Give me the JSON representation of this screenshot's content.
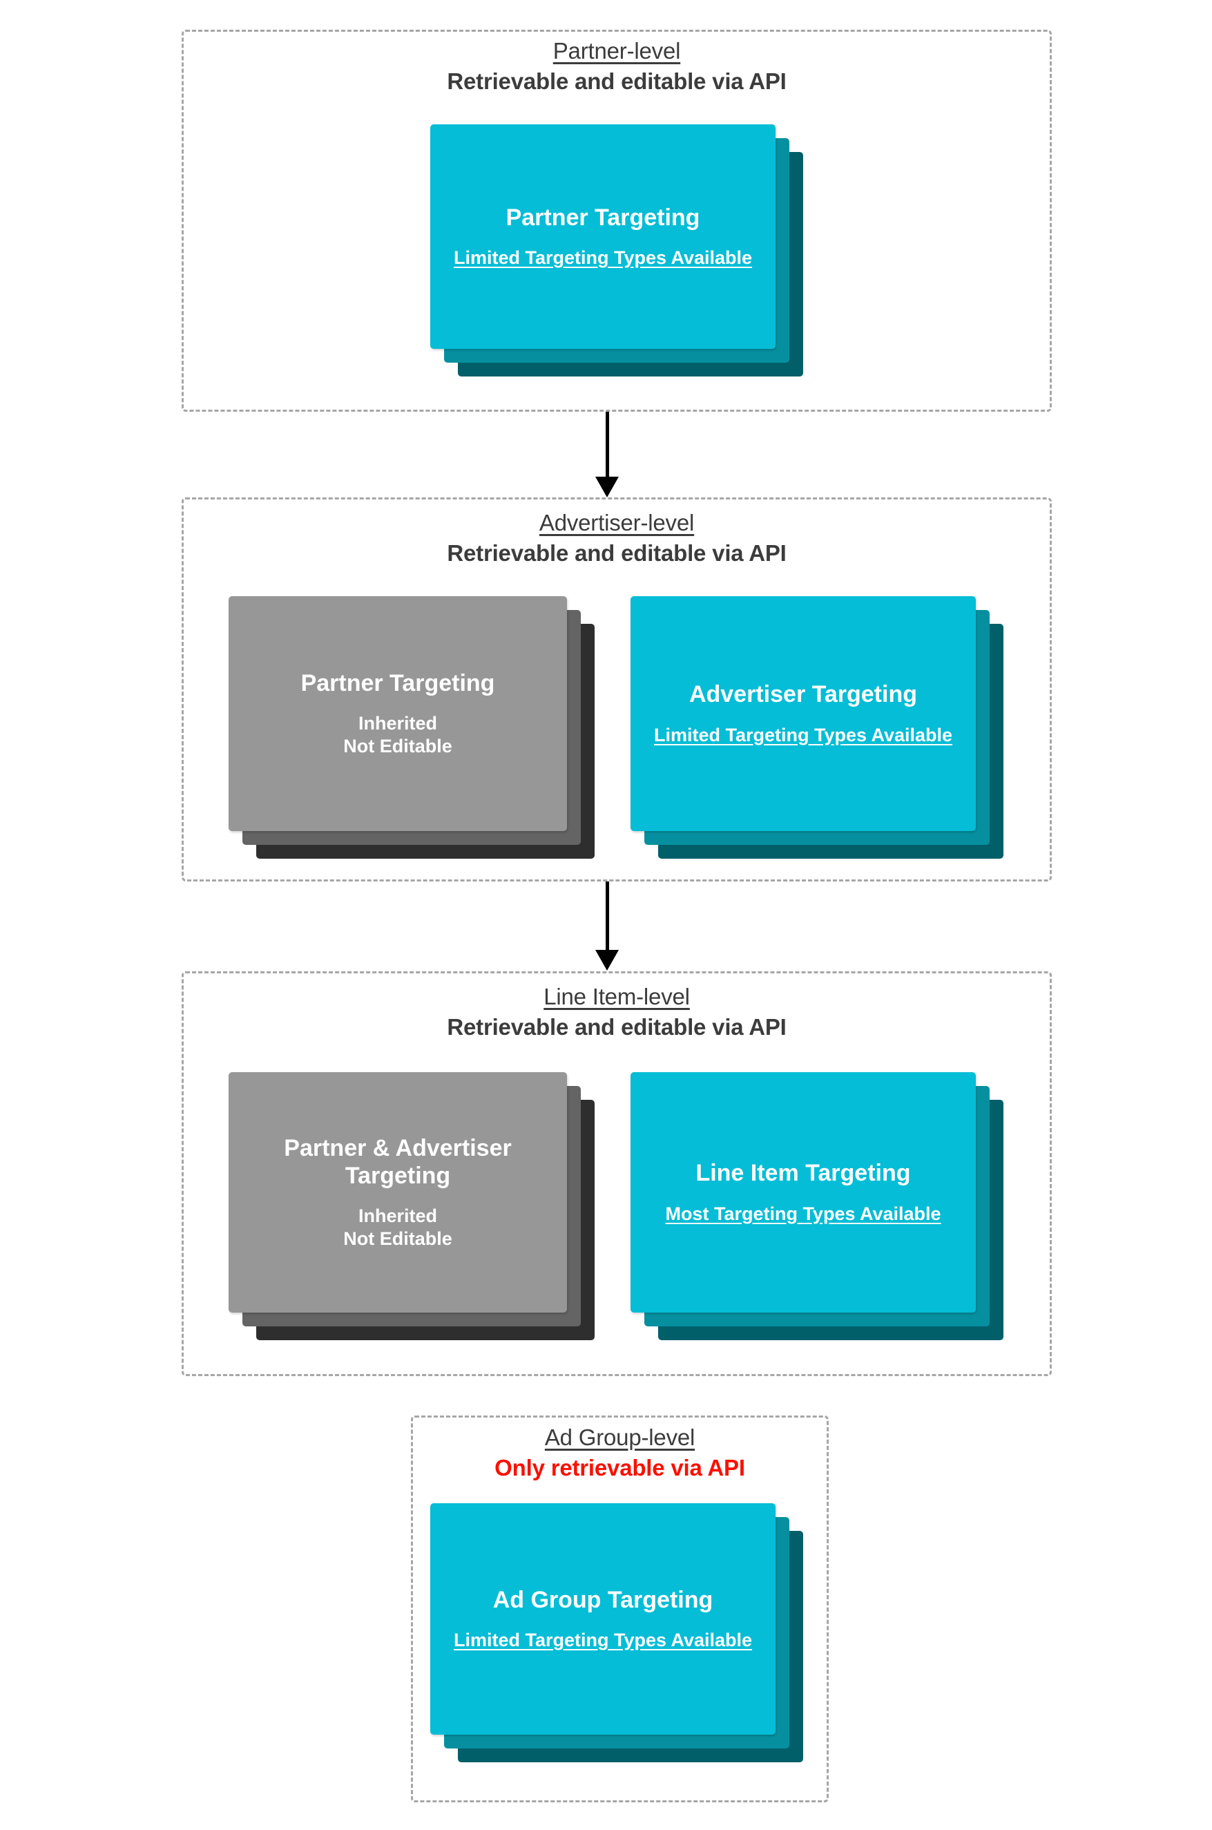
{
  "diagram": {
    "title_hidden": "",
    "colors": {
      "cyan_front": "#05bdd6",
      "cyan_mid": "#06909f",
      "cyan_back": "#015f6a",
      "gray_front": "#979797",
      "gray_mid": "#646464",
      "gray_back": "#2e2e2e",
      "heading_text": "#3c3c3c",
      "danger_text": "#fb1001",
      "dashed_border": "#a6a6a6"
    }
  },
  "levels": [
    {
      "name": "Partner-level",
      "api_note": "Retrievable and editable via API",
      "cards": [
        {
          "title": "Partner Targeting",
          "subtitle": "Limited Targeting Types Available",
          "style": "cyan",
          "underlined": true
        }
      ]
    },
    {
      "name": "Advertiser-level",
      "api_note": "Retrievable and editable via API",
      "cards": [
        {
          "title": "Partner Targeting",
          "subtitle": "Inherited\nNot Editable",
          "style": "gray",
          "underlined": false
        },
        {
          "title": "Advertiser Targeting",
          "subtitle": "Limited Targeting Types Available",
          "style": "cyan",
          "underlined": true
        }
      ]
    },
    {
      "name": "Line Item-level",
      "api_note": "Retrievable and editable via API",
      "cards": [
        {
          "title": "Partner & Advertiser Targeting",
          "subtitle": "Inherited\nNot Editable",
          "style": "gray",
          "underlined": false
        },
        {
          "title": "Line Item Targeting",
          "subtitle": "Most Targeting Types Available",
          "style": "cyan",
          "underlined": true
        }
      ]
    },
    {
      "name": "Ad Group-level",
      "api_note": "Only retrievable via API",
      "cards": [
        {
          "title": "Ad Group Targeting",
          "subtitle": "Limited Targeting Types Available",
          "style": "cyan",
          "underlined": true
        }
      ]
    }
  ],
  "connectors": [
    {
      "from": "Partner-level",
      "to": "Advertiser-level",
      "kind": "down-arrow"
    },
    {
      "from": "Advertiser-level",
      "to": "Line Item-level",
      "kind": "down-arrow"
    }
  ]
}
